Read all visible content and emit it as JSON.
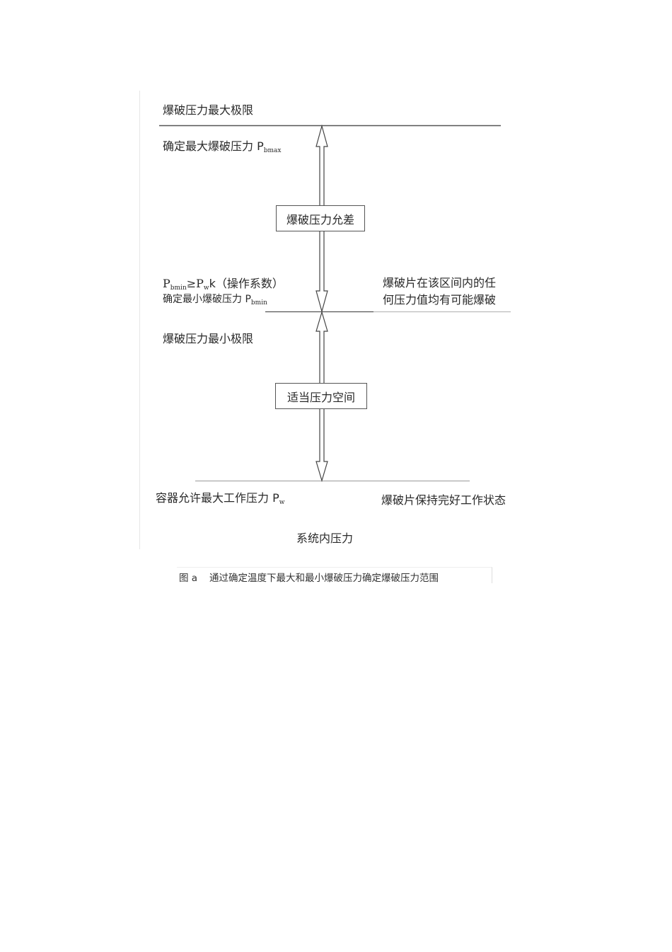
{
  "diagram": {
    "top_limit_label": "爆破压力最大极限",
    "max_burst": {
      "text": "确定最大爆破压力 P",
      "sub": "bmax"
    },
    "tolerance_box": "爆破压力允差",
    "min_condition": {
      "p": "P",
      "p_sub": "bmin",
      "ge": "≥P",
      "w_sub": "w",
      "tail": "k（操作系数）"
    },
    "min_burst": {
      "text": "确定最小爆破压力 P",
      "sub": "bmin"
    },
    "right_note": {
      "line1": "爆破片在该区间内的任",
      "line2": "何压力值均有可能爆破"
    },
    "min_limit_label": "爆破压力最小极限",
    "space_box": "适当压力空间",
    "working_pressure": {
      "text": "容器允许最大工作压力 P",
      "sub": "w"
    },
    "right_bottom_note": "爆破片保持完好工作状态",
    "axis_label": "系统内压力",
    "colors": {
      "line": "#555555",
      "light_line": "#aaaaaa",
      "box_border": "#555555"
    }
  },
  "caption": {
    "tag": "图 a",
    "text": "通过确定温度下最大和最小爆破压力确定爆破压力范围"
  }
}
